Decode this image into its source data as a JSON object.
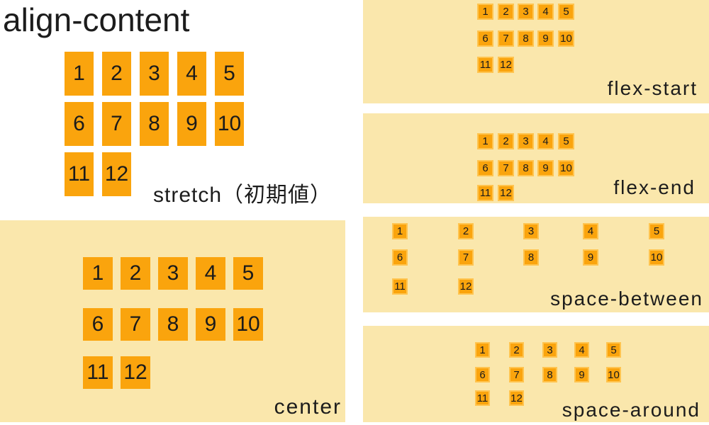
{
  "title": "align-content",
  "items": [
    "1",
    "2",
    "3",
    "4",
    "5",
    "6",
    "7",
    "8",
    "9",
    "10",
    "11",
    "12"
  ],
  "examples": [
    {
      "id": "stretch",
      "label": "stretch（初期値）"
    },
    {
      "id": "center",
      "label": "center"
    },
    {
      "id": "flex-start",
      "label": "flex-start"
    },
    {
      "id": "flex-end",
      "label": "flex-end"
    },
    {
      "id": "space-between",
      "label": "space-between"
    },
    {
      "id": "space-around",
      "label": "space-around"
    }
  ],
  "colors": {
    "background": "#ffffff",
    "panel": "#fae7ac",
    "box": "#faa40d",
    "box_rim": "#ffc44f",
    "text": "#1c1c1c"
  }
}
